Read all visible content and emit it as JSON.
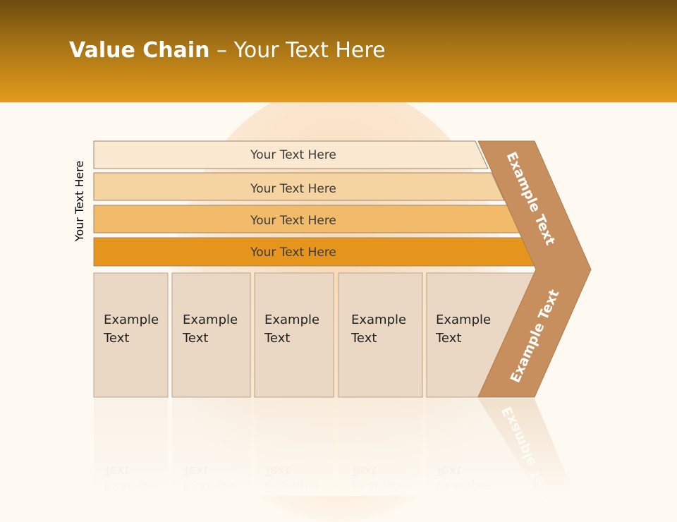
{
  "slide": {
    "title_bold": "Value Chain",
    "title_rest": " – Your Text Here",
    "side_label": "Your Text Here"
  },
  "bands": [
    {
      "label": "Your Text Here",
      "color": "#fbe8d0"
    },
    {
      "label": "Your Text Here",
      "color": "#f6d4a1"
    },
    {
      "label": "Your Text Here",
      "color": "#f1bb6a"
    },
    {
      "label": "Your Text Here",
      "color": "#e6951c"
    }
  ],
  "columns": [
    {
      "line1": "Example",
      "line2": "Text"
    },
    {
      "line1": "Example",
      "line2": "Text"
    },
    {
      "line1": "Example",
      "line2": "Text"
    },
    {
      "line1": "Example",
      "line2": "Text"
    },
    {
      "line1": "Example",
      "line2": "Text"
    }
  ],
  "chevron": {
    "upper_label": "Example Text",
    "lower_label": "Example Text",
    "color": "#c78f5e"
  },
  "colors": {
    "header_top": "#6b4c10",
    "header_bottom": "#e39a1c",
    "column_fill": "#ead8c5",
    "column_border": "#b9a390"
  }
}
